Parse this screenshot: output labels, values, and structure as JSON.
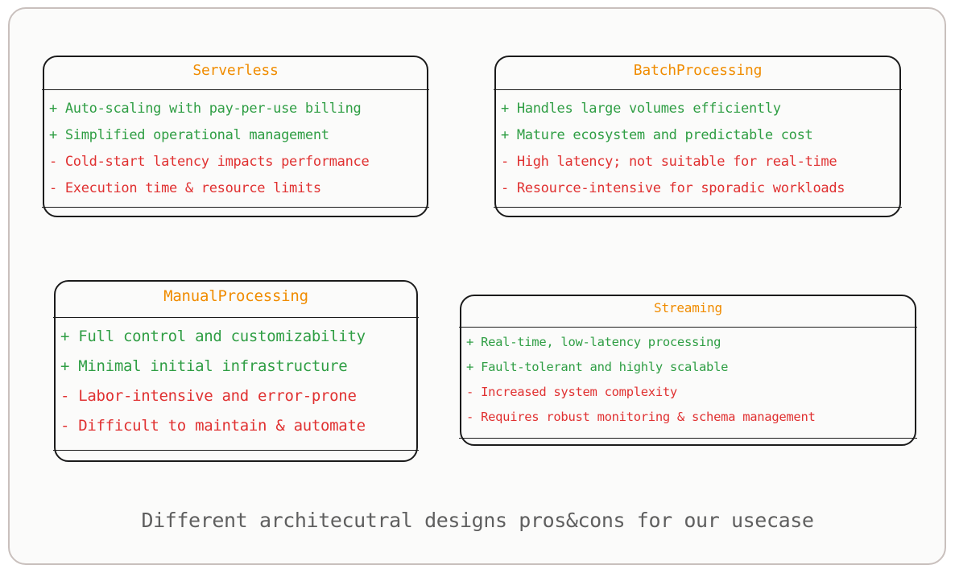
{
  "colors": {
    "title": "#f08c00",
    "pro": "#2f9e44",
    "con": "#e03131",
    "stroke": "#1b1b1b",
    "caption": "#5f5f5f",
    "frame": "#c9c0bd"
  },
  "cards": {
    "serverless": {
      "title": "Serverless",
      "items": [
        {
          "kind": "pro",
          "text": "+ Auto-scaling with pay-per-use billing"
        },
        {
          "kind": "pro",
          "text": "+ Simplified operational management"
        },
        {
          "kind": "con",
          "text": "- Cold-start latency impacts performance"
        },
        {
          "kind": "con",
          "text": "- Execution time & resource limits"
        }
      ]
    },
    "batch": {
      "title": "BatchProcessing",
      "items": [
        {
          "kind": "pro",
          "text": "+ Handles large volumes efficiently"
        },
        {
          "kind": "pro",
          "text": "+ Mature ecosystem and predictable cost"
        },
        {
          "kind": "con",
          "text": "- High latency; not suitable for real-time"
        },
        {
          "kind": "con",
          "text": "- Resource-intensive for sporadic workloads"
        }
      ]
    },
    "manual": {
      "title": "ManualProcessing",
      "items": [
        {
          "kind": "pro",
          "text": "+ Full control and customizability"
        },
        {
          "kind": "pro",
          "text": "+ Minimal initial infrastructure"
        },
        {
          "kind": "con",
          "text": "- Labor-intensive and error-prone"
        },
        {
          "kind": "con",
          "text": "- Difficult to maintain & automate"
        }
      ]
    },
    "streaming": {
      "title": "Streaming",
      "items": [
        {
          "kind": "pro",
          "text": "+ Real-time, low-latency processing"
        },
        {
          "kind": "pro",
          "text": "+ Fault-tolerant and highly scalable"
        },
        {
          "kind": "con",
          "text": "- Increased system complexity"
        },
        {
          "kind": "con",
          "text": "- Requires robust monitoring & schema management"
        }
      ]
    }
  },
  "caption": "Different architecutral designs pros&cons for our usecase"
}
